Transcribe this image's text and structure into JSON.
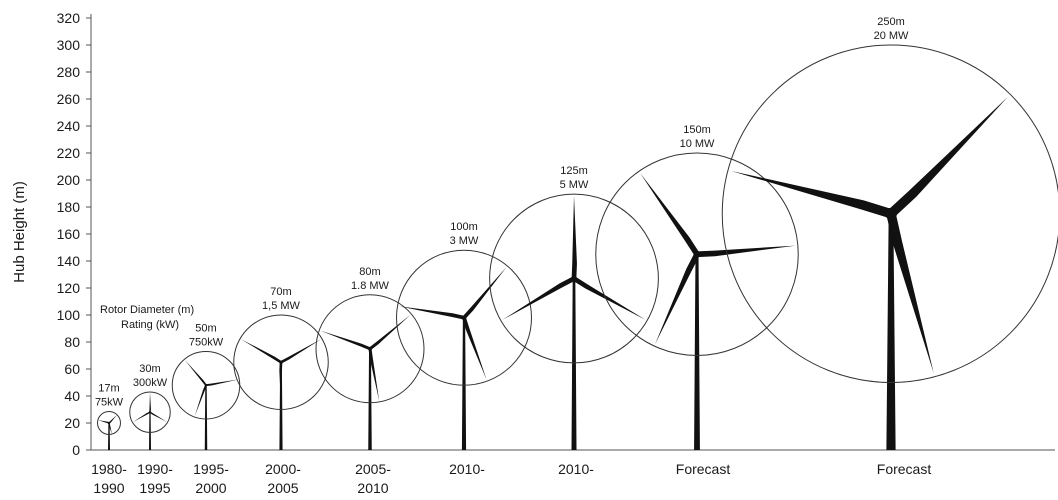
{
  "chart_data": {
    "type": "scatter",
    "ylabel": "Hub Height (m)",
    "xlabel": "",
    "title": "",
    "ylim": [
      0,
      320
    ],
    "yticks": [
      0,
      20,
      40,
      60,
      80,
      100,
      120,
      140,
      160,
      180,
      200,
      220,
      240,
      260,
      280,
      300,
      320
    ],
    "legend": {
      "line1": "Rotor Diameter (m)",
      "line2": "Rating (kW)",
      "placement": "upper-left"
    },
    "turbines": [
      {
        "period": [
          "1980-",
          "1990"
        ],
        "rotor_diameter_m": 17,
        "hub_height_m": 20,
        "rating": [
          "17m",
          "75kW"
        ]
      },
      {
        "period": [
          "1990-",
          "1995"
        ],
        "rotor_diameter_m": 30,
        "hub_height_m": 28,
        "rating": [
          "30m",
          "300kW"
        ]
      },
      {
        "period": [
          "1995-",
          "2000"
        ],
        "rotor_diameter_m": 50,
        "hub_height_m": 48,
        "rating": [
          "50m",
          "750kW"
        ]
      },
      {
        "period": [
          "2000-",
          "2005"
        ],
        "rotor_diameter_m": 70,
        "hub_height_m": 65,
        "rating": [
          "70m",
          "1,5 MW"
        ]
      },
      {
        "period": [
          "2005-",
          "2010"
        ],
        "rotor_diameter_m": 80,
        "hub_height_m": 75,
        "rating": [
          "80m",
          "1.8 MW"
        ]
      },
      {
        "period": [
          "2010-",
          ""
        ],
        "rotor_diameter_m": 100,
        "hub_height_m": 98,
        "rating": [
          "100m",
          "3 MW"
        ]
      },
      {
        "period": [
          "2010-",
          ""
        ],
        "rotor_diameter_m": 125,
        "hub_height_m": 127,
        "rating": [
          "125m",
          "5 MW"
        ]
      },
      {
        "period": [
          "Forecast",
          ""
        ],
        "rotor_diameter_m": 150,
        "hub_height_m": 145,
        "rating": [
          "150m",
          "10 MW"
        ]
      },
      {
        "period": [
          "Forecast",
          ""
        ],
        "rotor_diameter_m": 250,
        "hub_height_m": 175,
        "rating": [
          "250m",
          "20 MW"
        ]
      }
    ]
  }
}
